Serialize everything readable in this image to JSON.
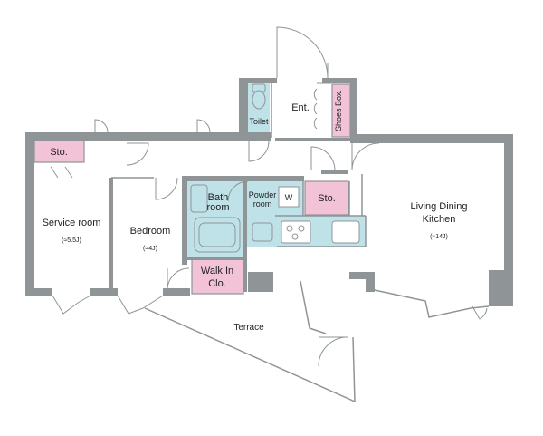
{
  "rooms": {
    "service_room": {
      "label": "Service room",
      "area": "(≈5.5J)"
    },
    "bedroom": {
      "label": "Bedroom",
      "area": "(≈4J)"
    },
    "ldk": {
      "line1": "Living Dining",
      "line2": "Kitchen",
      "area": "(≈14J)"
    },
    "bathroom": {
      "line1": "Bath",
      "line2": "room"
    },
    "powder_room": {
      "line1": "Powder",
      "line2": "room"
    },
    "toilet": {
      "label": "Toilet"
    },
    "entrance": {
      "label": "Ent."
    },
    "shoes_box": {
      "label": "Shoes Box."
    },
    "storage_service": {
      "label": "Sto."
    },
    "storage_center": {
      "label": "Sto."
    },
    "walk_in_closet": {
      "line1": "Walk In",
      "line2": "Clo."
    },
    "terrace": {
      "label": "Terrace"
    }
  },
  "appliances": {
    "washer": "W"
  },
  "colors": {
    "storage": "#f2c2d6",
    "wet_area": "#bfe2e8",
    "wall": "#8f9497"
  }
}
